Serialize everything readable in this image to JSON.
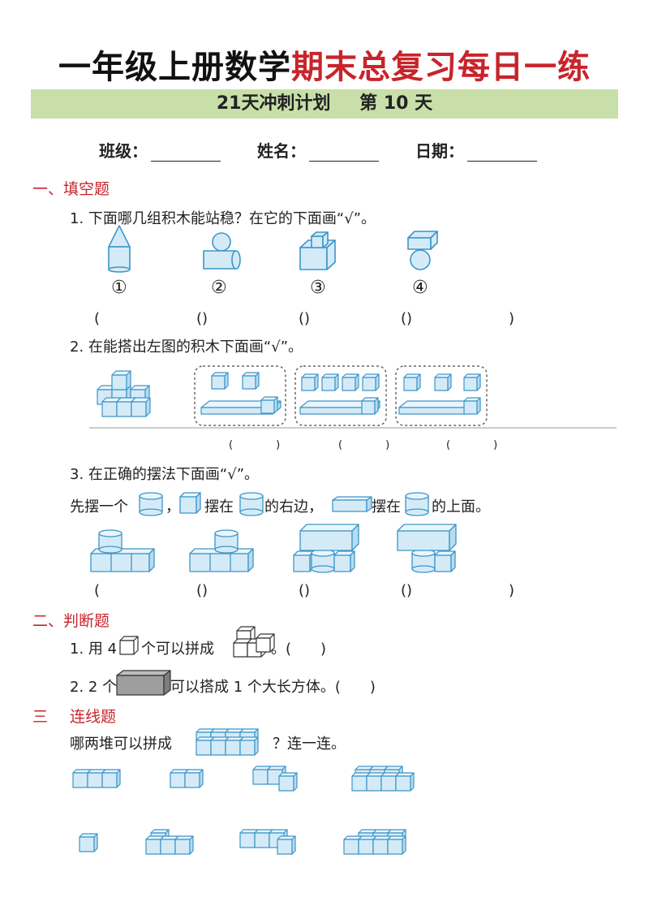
{
  "header": {
    "title_black": "一年级上册数学",
    "title_red": "期末总复习每日一练",
    "plan": "21天冲刺计划",
    "day": "第 10 天"
  },
  "info": {
    "class_label": "班级：",
    "name_label": "姓名：",
    "date_label": "日期："
  },
  "section1": {
    "heading": "一、填空题",
    "q1": {
      "text": "1. 下面哪几组积木能站稳？在它的下面画“√”。",
      "labels": [
        "①",
        "②",
        "③",
        "④"
      ],
      "parens": [
        "(　　)",
        "(　　)",
        "(　　)",
        "(　　)"
      ]
    },
    "q2": {
      "text": "2. 在能搭出左图的积木下面画“√”。",
      "parens": [
        "(　)",
        "(　)",
        "(　)"
      ]
    },
    "q3": {
      "text": "3. 在正确的摆法下面画“√”。",
      "line_a": "先摆一个",
      "line_b": "，",
      "line_c": "摆在",
      "line_d": "的右边，",
      "line_e": "摆在",
      "line_f": "的上面。",
      "parens": [
        "(　　)",
        "(　　)",
        "(　　)",
        "(　　)"
      ]
    }
  },
  "section2": {
    "heading": "二、判断题",
    "q1_a": "1. 用 4",
    "q1_b": "个可以拼成",
    "q1_c": "。(　　)",
    "q2_a": "2. 2 个",
    "q2_b": "可以搭成 1 个大长方体。(　　)"
  },
  "section3": {
    "heading_num": "三",
    "heading": "连线题",
    "text_a": "哪两堆可以拼成",
    "text_b": "？连一连。"
  },
  "colors": {
    "cube_fill": "#d4ebf7",
    "cube_stroke": "#3d95c9",
    "red": "#c8242b",
    "band": "#c9dfa9"
  }
}
